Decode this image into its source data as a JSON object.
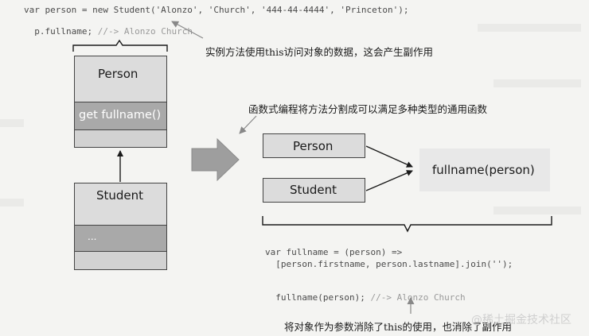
{
  "code_top": {
    "line1": "var person = new Student('Alonzo', 'Church', '444-44-4444', 'Princeton');",
    "line2_code": "p.fullname;",
    "line2_comment": "//-> Alonzo Church"
  },
  "annotations": {
    "instance_method": "实例方法使用this访问对象的数据，这会产生副作用",
    "functional_split": "函数式编程将方法分割成可以满足多种类型的通用函数",
    "param_note": "将对象作为参数消除了this的使用，也消除了副作用"
  },
  "left": {
    "person_label": "Person",
    "method_label": "get fullname()",
    "student_label": "Student",
    "student_ellipsis": "..."
  },
  "right": {
    "person_label": "Person",
    "student_label": "Student",
    "function_label": "fullname(person)"
  },
  "code_bottom": {
    "line1": "var fullname = (person) =>",
    "line2": "  [person.firstname, person.lastname].join('');",
    "line3_code": "fullname(person);",
    "line3_comment": "//-> Alonzo Church"
  },
  "watermark": "@稀土掘金技术社区",
  "colors": {
    "box_fill": "#dcdcdc",
    "box_dark": "#a9a9a9",
    "box_light": "#d2d2d2",
    "fn_fill": "#e8e8e8",
    "arrow_gray": "#9e9e9e"
  }
}
